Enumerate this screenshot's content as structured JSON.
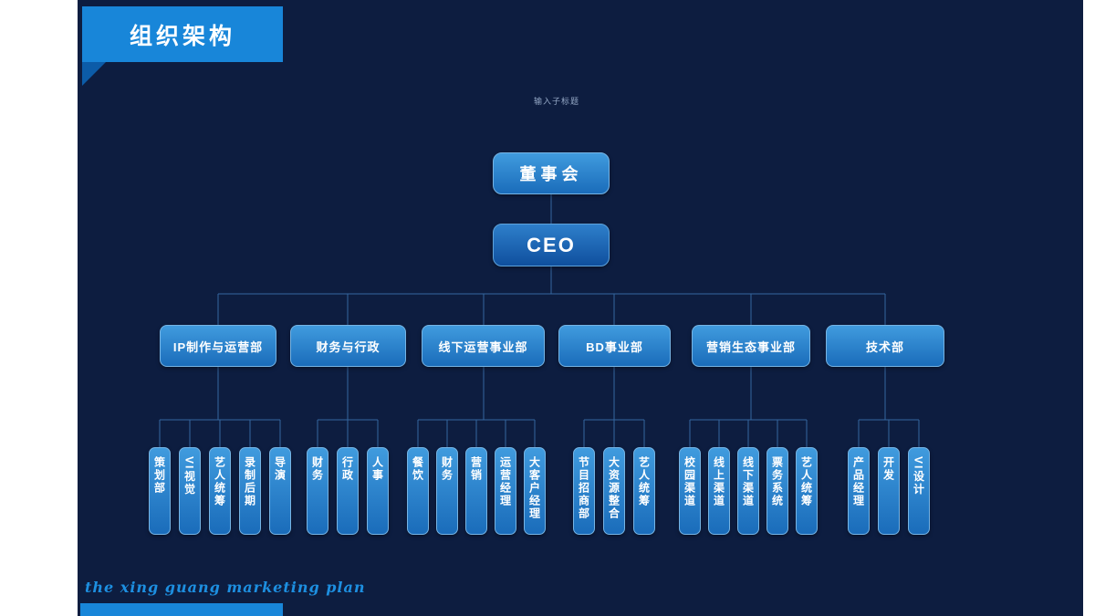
{
  "slide": {
    "title": "组织架构",
    "subtitle_hint": "输入子标题",
    "footer_script": "the xing guang marketing plan"
  },
  "org": {
    "board": "董事会",
    "ceo": "CEO",
    "departments": [
      {
        "label": "IP制作与运营部",
        "children": [
          "策划部",
          "VI视觉",
          "艺人统筹",
          "录制后期",
          "导演"
        ]
      },
      {
        "label": "财务与行政",
        "children": [
          "财务",
          "行政",
          "人事"
        ]
      },
      {
        "label": "线下运营事业部",
        "children": [
          "餐饮",
          "财务",
          "营销",
          "运营经理",
          "大客户经理"
        ]
      },
      {
        "label": "BD事业部",
        "children": [
          "节目招商部",
          "大资源整合",
          "艺人统筹"
        ]
      },
      {
        "label": "营销生态事业部",
        "children": [
          "校园渠道",
          "线上渠道",
          "线下渠道",
          "票务系统",
          "艺人统筹"
        ]
      },
      {
        "label": "技术部",
        "children": [
          "产品经理",
          "开发",
          "VI设计"
        ]
      }
    ]
  },
  "colors": {
    "background": "#0d1d40",
    "accent": "#1886d9",
    "node_top": "#409bde",
    "node_bottom": "#1a6cba",
    "node_border": "#76b4e4",
    "connector": "#35679f",
    "script_text": "#1d8fe0",
    "margin": "#ffffff"
  }
}
